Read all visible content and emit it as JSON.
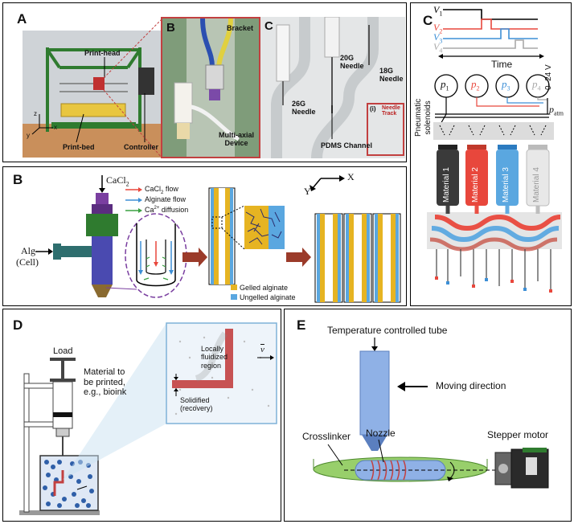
{
  "panels": {
    "A": {
      "label": "A",
      "printhead": "Print-head",
      "printbed": "Print-bed",
      "controller": "Controller",
      "axis_z": "z",
      "axis_x": "x",
      "axis_y": "y",
      "inset_b_label": "B",
      "bracket": "Bracket",
      "multiaxial": "Multi-axial\nDevice",
      "inset_c_label": "C",
      "needle20": "20G\nNeedle",
      "needle18": "18G\nNeedle",
      "needle26": "26G\nNeedle",
      "pdms": "PDMS Channel",
      "needle_track_i": "(i)",
      "needle_track": "Needle\nTrack"
    },
    "B": {
      "label": "B",
      "cacl2": "CaCl",
      "cacl2_sub": "2",
      "legend_cacl2": "CaCl",
      "legend_cacl2_suffix": " flow",
      "legend_alg": "Alginate flow",
      "legend_ca": "Ca",
      "legend_ca_suffix": " diffusion",
      "alg": "Alg",
      "cell": "(Cell)",
      "gelled": "Gelled alginate",
      "ungelled": "Ungelled alginate",
      "axis_x": "X",
      "axis_y": "Y"
    },
    "C": {
      "label": "C",
      "v1": "V",
      "v1s": "1",
      "v2": "V",
      "v2s": "2",
      "v3": "V",
      "v3s": "3",
      "v4": "V",
      "v4s": "4",
      "time": "Time",
      "p1": "p",
      "p1s": "1",
      "p2": "p",
      "p2s": "2",
      "p3": "p",
      "p3s": "3",
      "p4": "p",
      "p4s": "4",
      "voltage": "0–24 V",
      "patm": "p",
      "patm_s": "atm",
      "solenoids": "Pneumatic\nsolenoids",
      "mat1": "Material 1",
      "mat2": "Material 2",
      "mat3": "Material 3",
      "mat4": "Material 4"
    },
    "D": {
      "label": "D",
      "load": "Load",
      "material": "Material to\nbe printed,\ne.g., bioink",
      "fluidized": "Locally\nfluidized\nregion",
      "solidified": "Solidified\n(recovery)",
      "v": "v"
    },
    "E": {
      "label": "E",
      "temp_tube": "Temperature controlled tube",
      "moving": "Moving direction",
      "nozzle": "Nozzle",
      "crosslinker": "Crosslinker",
      "stepper": "Stepper motor"
    }
  },
  "colors": {
    "black": "#000000",
    "red": "#e8473c",
    "blue": "#3d8fd6",
    "gray": "#a9a9a9",
    "gel_yellow": "#e6b422",
    "ungel_blue": "#5aa7e0",
    "arrow_brown": "#9b3b2a",
    "tube_blue": "#8fb1e6",
    "crosslinker_green": "#98cf6b"
  }
}
